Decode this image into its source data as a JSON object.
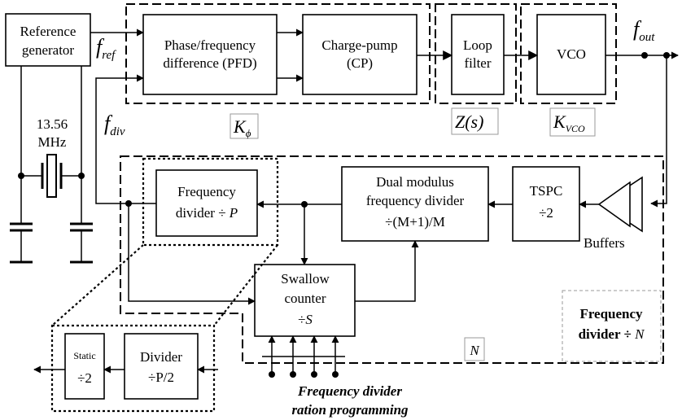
{
  "blocks": {
    "reference": [
      "Reference",
      "generator"
    ],
    "pfd": [
      "Phase/frequency",
      "difference (PFD)"
    ],
    "cp": [
      "Charge-pump",
      "(CP)"
    ],
    "loop_filter": [
      "Loop",
      "filter"
    ],
    "vco": "VCO",
    "freq_div_p": [
      "Frequency",
      "divider ÷"
    ],
    "freq_div_p_var": "P",
    "dual_modulus": [
      "Dual modulus",
      "frequency divider"
    ],
    "dual_modulus_ratio": "÷(M+1)/M",
    "tspc": [
      "TSPC",
      "÷2"
    ],
    "swallow": [
      "Swallow",
      "counter"
    ],
    "swallow_ratio": "÷",
    "swallow_var": "S",
    "static": "Static",
    "static_ratio": "÷2",
    "divider": "Divider",
    "divider_ratio": "÷P/2"
  },
  "labels": {
    "crystal_freq": [
      "13.56",
      "MHz"
    ],
    "f_ref": {
      "main": "f",
      "sub": "ref"
    },
    "f_div": {
      "main": "f",
      "sub": "div"
    },
    "f_out": {
      "main": "f",
      "sub": "out"
    },
    "k_phi": {
      "main": "K",
      "sub": "ϕ"
    },
    "z_s": "Z(s)",
    "k_vco": {
      "main": "K",
      "sub": "VCO"
    },
    "buffers": "Buffers",
    "n_label": "N",
    "freq_div_n": [
      "Frequency",
      "divider ÷"
    ],
    "freq_div_n_var": "N",
    "programming": [
      "Frequency divider",
      "ration programming"
    ]
  }
}
